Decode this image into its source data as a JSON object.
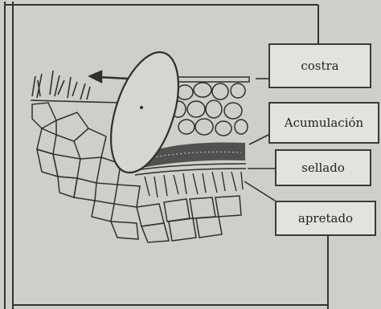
{
  "diagram": {
    "labels": {
      "costra": "costra",
      "acumulacion": "Acumulación",
      "sellado": "sellado",
      "apretado": "apretado"
    },
    "colors": {
      "background": "#cfcfc9",
      "ink": "#2f2f2f"
    }
  }
}
